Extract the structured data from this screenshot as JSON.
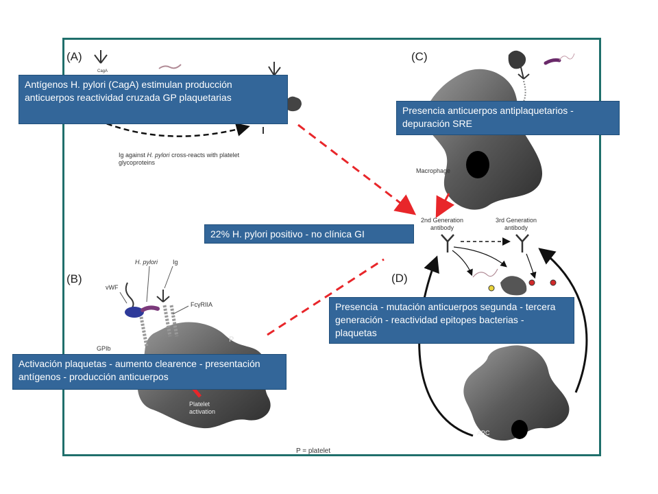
{
  "panels": {
    "a": "(A)",
    "b": "(B)",
    "c": "(C)",
    "d": "(D)"
  },
  "figure_labels": {
    "caga": "CagA",
    "ig_cross_line1": "Ig against",
    "ig_cross_italic": "H. pylori",
    "ig_cross_line1_tail": "cross-reacts with platelet",
    "ig_cross_line2": "glycoproteins",
    "macrophage": "Macrophage",
    "second_gen_line1": "2nd Generation",
    "second_gen_line2": "antibody",
    "third_gen_line1": "3rd Generation",
    "third_gen_line2": "antibody",
    "vwf": "vWF",
    "h_pylori": "H. pylori",
    "ig": "Ig",
    "fcgriia": "FcγRIIA",
    "gpib": "GPIb",
    "platelet_activation_line1": "Platelet",
    "platelet_activation_line2": "activation",
    "apc": "APC",
    "p_platelet": "P = platelet",
    "p_marker": "P"
  },
  "callouts": {
    "cross_reactivity": "Antígenos H. pylori (CagA) estimulan producción anticuerpos reactividad cruzada GP plaquetarias",
    "sre": "Presencia anticuerpos antiplaquetarios - depuración SRE",
    "hp_positive": "22% H. pylori positivo - no clínica GI",
    "mutation": "Presencia - mutación anticuerpos segunda - tercera generación - reactividad epitopes bacterias - plaquetas",
    "activation": "Activación plaquetas - aumento clearence - presentación antígenos - producción anticuerpos"
  },
  "colors": {
    "frame": "#1f6f6b",
    "callout_fill": "#336699",
    "arrow_red": "#e8262a",
    "cell_gray": "#555555"
  }
}
